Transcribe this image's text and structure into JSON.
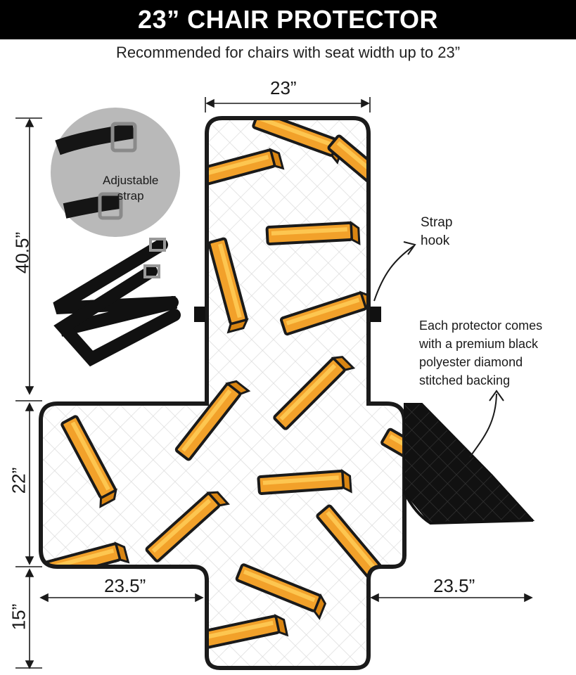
{
  "header": {
    "title": "23” CHAIR PROTECTOR",
    "subtitle": "Recommended for chairs with seat width up to 23”"
  },
  "dimensions": {
    "top_width": "23”",
    "back_height": "40.5”",
    "seat_depth": "22”",
    "front_flap": "15”",
    "left_arm": "23.5”",
    "right_arm": "23.5”"
  },
  "callouts": {
    "strap_label_line1": "Adjustable",
    "strap_label_line2": "strap",
    "strap_hook_line1": "Strap",
    "strap_hook_line2": "hook",
    "backing_line1": "Each protector comes",
    "backing_line2": "with a premium black",
    "backing_line3": "polyester diamond",
    "backing_line4": "stitched backing"
  },
  "colors": {
    "banner": "#000000",
    "fry": "#f2a12a",
    "fry_light": "#ffc84a",
    "outline": "#1a1a1a",
    "backing": "#111111"
  },
  "icons": [
    "strap-closeup-icon",
    "strap-icon",
    "arrow-icon"
  ]
}
